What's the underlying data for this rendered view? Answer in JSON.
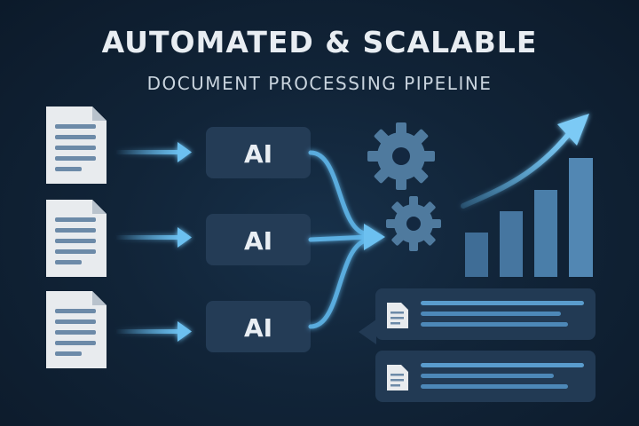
{
  "title": "AUTOMATED & SCALABLE",
  "subtitle": "DOCUMENT PROCESSING PIPELINE",
  "ai_boxes": [
    "AI",
    "AI",
    "AI"
  ],
  "colors": {
    "background": "#112438",
    "accent": "#5fb6ea",
    "panel": "#243c56",
    "document": "#e8ebee",
    "gear": "#4f7a9e",
    "bar": "#4a7aa3"
  },
  "icons": [
    "document-icon",
    "arrow-icon",
    "gear-icon",
    "bar-chart-icon",
    "trend-arrow-icon",
    "result-document-icon"
  ]
}
